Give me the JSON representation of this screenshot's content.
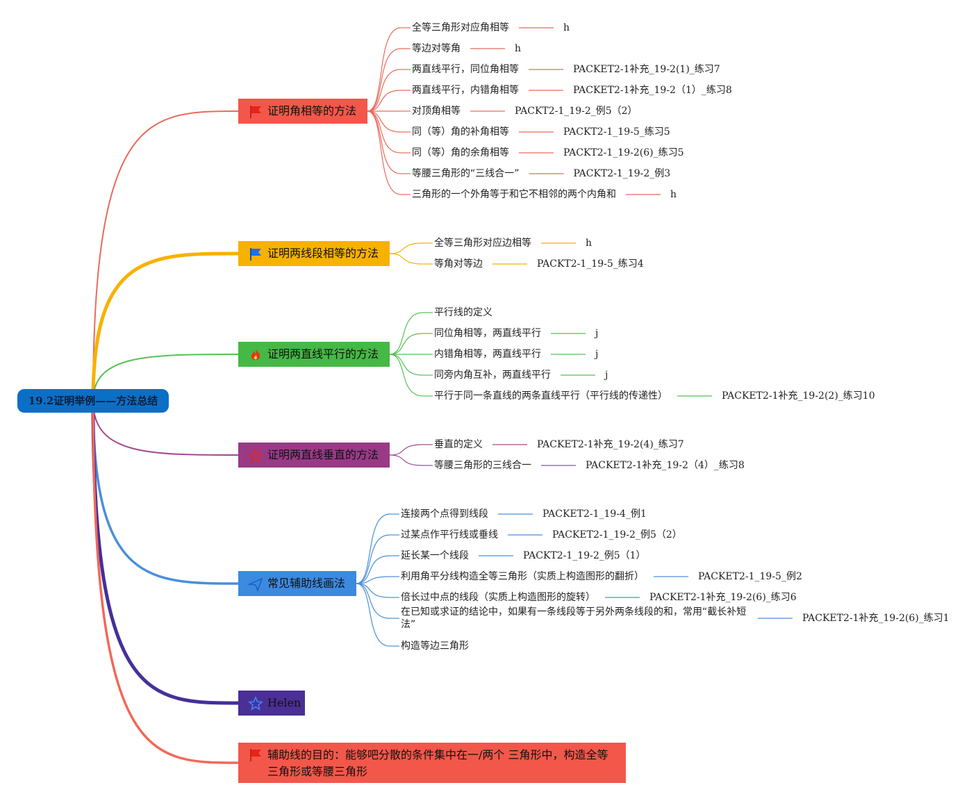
{
  "root": {
    "label": "19.2证明举例——方法总结",
    "color": "#0b6fc6"
  },
  "branches": [
    {
      "label": "证明角相等的方法",
      "icon": "red-flag-icon",
      "color": "#f2574a",
      "line": "#e86b5c",
      "items": [
        {
          "text": "全等三角形对应角相等",
          "ref": "h"
        },
        {
          "text": "等边对等角",
          "ref": "h"
        },
        {
          "text": "两直线平行，同位角相等",
          "ref": "PACKET2-1补充_19-2(1)_练习7"
        },
        {
          "text": "两直线平行，内错角相等",
          "ref": "PACKET2-1补充_19-2（1）_练习8"
        },
        {
          "text": "对顶角相等",
          "ref": "PACKT2-1_19-2_例5（2）"
        },
        {
          "text": "同（等）角的补角相等",
          "ref": "PACKT2-1_19-5_练习5"
        },
        {
          "text": "同（等）角的余角相等",
          "ref": "PACKT2-1_19-2(6)_练习5"
        },
        {
          "text": "等腰三角形的“三线合一”",
          "ref": "PACKT2-1_19-2_例3"
        },
        {
          "text": "三角形的一个外角等于和它不相邻的两个内角和",
          "ref": "h"
        }
      ]
    },
    {
      "label": "证明两线段相等的方法",
      "icon": "blue-flag-icon",
      "color": "#f8b100",
      "line": "#f8b100",
      "items": [
        {
          "text": "全等三角形对应边相等",
          "ref": "h"
        },
        {
          "text": "等角对等边",
          "ref": "PACKT2-1_19-5_练习4"
        }
      ]
    },
    {
      "label": "证明两直线平行的方法",
      "icon": "fire-icon",
      "color": "#45b845",
      "line": "#55c055",
      "items": [
        {
          "text": "平行线的定义",
          "ref": ""
        },
        {
          "text": "同位角相等，两直线平行",
          "ref": "j"
        },
        {
          "text": "内错角相等，两直线平行",
          "ref": "j"
        },
        {
          "text": "同旁内角互补，两直线平行",
          "ref": "j"
        },
        {
          "text": "平行于同一条直线的两条直线平行（平行线的传递性）",
          "ref": "PACKET2-1补充_19-2(2)_练习10"
        }
      ]
    },
    {
      "label": "证明两直线垂直的方法",
      "icon": "star-outline-icon",
      "color": "#993a87",
      "line": "#a04a90",
      "items": [
        {
          "text": "垂直的定义",
          "ref": "PACKET2-1补充_19-2(4)_练习7"
        },
        {
          "text": "等腰三角形的三线合一",
          "ref": "PACKET2-1补充_19-2（4）_练习8"
        }
      ]
    },
    {
      "label": "常见辅助线画法",
      "icon": "send-arrow-icon",
      "color": "#3c8ae0",
      "line": "#4a8fd9",
      "items": [
        {
          "text": "连接两个点得到线段",
          "ref": "PACKET2-1_19-4_例1"
        },
        {
          "text": "过某点作平行线或垂线",
          "ref": "PACKET2-1_19-2_例5（2）"
        },
        {
          "text": "延长某一个线段",
          "ref": "PACKT2-1_19-2_例5（1）"
        },
        {
          "text": "利用角平分线构造全等三角形（实质上构造图形的翻折）",
          "ref": "PACKET2-1_19-5_例2"
        },
        {
          "text": "倍长过中点的线段（实质上构造图形的旋转）",
          "ref": "PACKET2-1补充_19-2(6)_练习6"
        },
        {
          "text": "在已知或求证的结论中，如果有一条线段等于另外两条线段的和，常用“截长补短法”",
          "ref": "PACKET2-1补充_19-2(6)_练习1"
        },
        {
          "text": "构造等边三角形",
          "ref": ""
        }
      ]
    },
    {
      "label": "Helen",
      "icon": "star-icon",
      "color": "#4a2f96",
      "line": "#46309a",
      "items": []
    },
    {
      "label": "辅助线的目的：能够吧分散的条件集中在一/两个 三角形中，构造全等三角形或等腰三角形",
      "icon": "red-flag-icon",
      "color": "#f2574a",
      "line": "#f2685a",
      "items": []
    }
  ]
}
